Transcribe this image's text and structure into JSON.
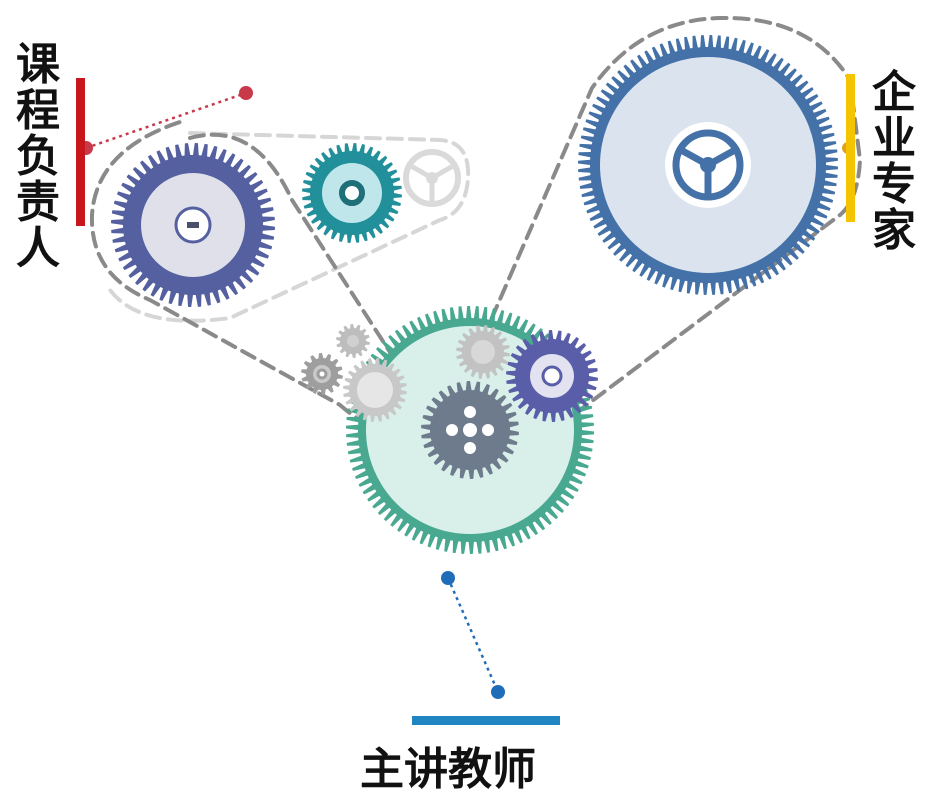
{
  "labels": {
    "course_lead": "课程负责人",
    "industry_expert": "企业专家",
    "lead_teacher": "主讲教师"
  },
  "colors": {
    "course_lead_bar": "#c8161d",
    "industry_expert_bar": "#f5c400",
    "lead_teacher_bar": "#1f86c2",
    "gear_large_blue": "#4472a8",
    "gear_purple": "#5560a0",
    "gear_green": "#48a890",
    "gear_teal": "#22909a",
    "gear_small_purple": "#5a5ea8",
    "gear_slate": "#6e7b8c",
    "gear_grey": "#b5b5b5",
    "chain_dark": "#8a8a8a",
    "chain_light": "#d6d6d6"
  },
  "icons": [
    "steering-wheel-icon",
    "gear-icon",
    "dotted-pointer-icon",
    "chain-belt-icon"
  ]
}
